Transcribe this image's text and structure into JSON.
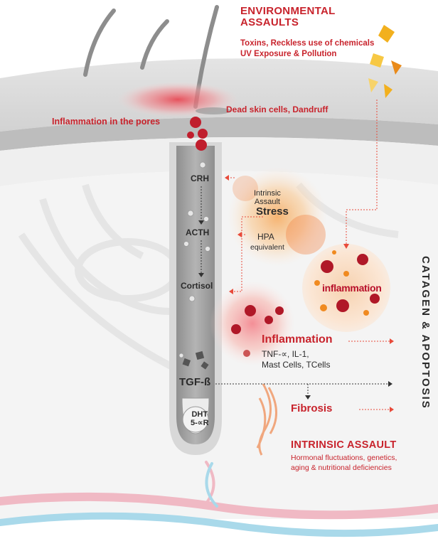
{
  "environmental": {
    "title_line1": "ENVIRONMENTAL",
    "title_line2": "ASSAULTS",
    "subtitle_line1": "Toxins, Reckless use of chemicals",
    "subtitle_line2": "UV Exposure & Pollution"
  },
  "skin": {
    "dead_skin": "Dead skin cells, Dandruff",
    "inflammation_pores": "Inflammation in the pores"
  },
  "hpa_axis": {
    "crh": "CRH",
    "acth": "ACTH",
    "cortisol": "Cortisol"
  },
  "stress_bubble": {
    "intrinsic_line1": "Intrinsic",
    "intrinsic_line2": "Assault",
    "stress": "Stress",
    "hpa": "HPA",
    "equivalent": "equivalent"
  },
  "inflammation_bubble": {
    "label": "inflammation"
  },
  "inflammation": {
    "title": "Inflammation",
    "line1": "TNF-∝, IL-1,",
    "line2": "Mast Cells, TCells"
  },
  "tgf": "TGF-ß",
  "fibrosis": "Fibrosis",
  "dht": {
    "line1": "DHT",
    "line2": "5-∝R"
  },
  "intrinsic": {
    "title": "INTRINSIC ASSAULT",
    "subtitle_line1": "Hormonal fluctuations, genetics,",
    "subtitle_line2": "aging & nutritional deficiencies"
  },
  "side_label": "CATAGEN & APOPTOSIS",
  "colors": {
    "accent_red": "#c8232c",
    "dark_text": "#2b2b2b",
    "skin_grey": "#cfcfcf",
    "follicle_grey": "#a9a9a9",
    "nerve_pink": "#f0b9c4",
    "nerve_blue": "#a9d9ea"
  }
}
